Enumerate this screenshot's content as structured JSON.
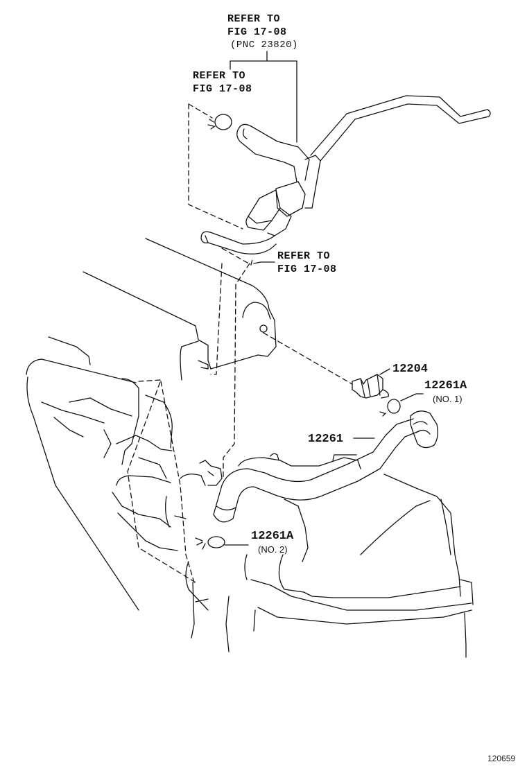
{
  "refs": {
    "top_line1": "REFER TO",
    "top_line2": "FIG 17-08",
    "top_line3": "(PNC 23820)",
    "left_line1": "REFER TO",
    "left_line2": "FIG 17-08",
    "mid_line1": "REFER TO",
    "mid_line2": "FIG 17-08"
  },
  "parts": {
    "p12204": "12204",
    "p12261A_1": "12261A",
    "p12261A_1_sub": "(NO. 1)",
    "p12261": "12261",
    "p12261A_2": "12261A",
    "p12261A_2_sub": "(NO. 2)"
  },
  "illustration_id": "120659",
  "colors": {
    "ink": "#111111",
    "background": "#ffffff"
  }
}
